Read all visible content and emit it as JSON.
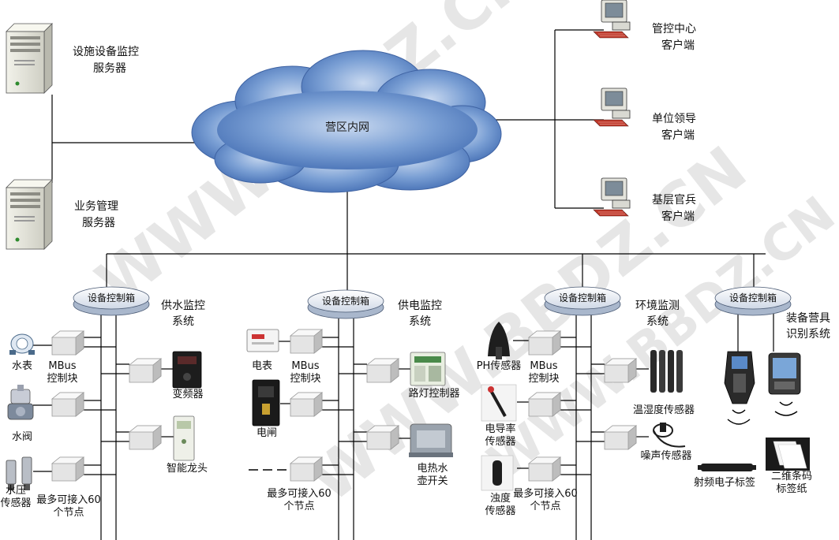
{
  "cloud": {
    "label": "营区内网"
  },
  "servers": {
    "facility": {
      "line1": "设施设备监控",
      "line2": "服务器"
    },
    "business": {
      "line1": "业务管理",
      "line2": "服务器"
    }
  },
  "clients": {
    "control_center": {
      "line1": "管控中心",
      "line2": "客户端"
    },
    "unit_leader": {
      "line1": "单位领导",
      "line2": "客户端"
    },
    "grassroots": {
      "line1": "基层官兵",
      "line2": "客户端"
    }
  },
  "control_box_label": "设备控制箱",
  "systems": {
    "water": {
      "title1": "供水监控",
      "title2": "系统",
      "water_meter": "水表",
      "mbus1": "MBus",
      "mbus2": "控制块",
      "inverter": "变频器",
      "valve": "水阀",
      "smart_tap": "智能龙头",
      "pressure1": "水压",
      "pressure2": "传感器",
      "nodes1": "最多可接入60",
      "nodes2": "个节点"
    },
    "power": {
      "title1": "供电监控",
      "title2": "系统",
      "meter": "电表",
      "mbus1": "MBus",
      "mbus2": "控制块",
      "streetlight": "路灯控制器",
      "breaker": "电闸",
      "kettle1": "电热水",
      "kettle2": "壶开关",
      "nodes1": "最多可接入60",
      "nodes2": "个节点"
    },
    "env": {
      "title1": "环境监测",
      "title2": "系统",
      "ph": "PH传感器",
      "mbus1": "MBus",
      "mbus2": "控制块",
      "humidity": "温湿度传感器",
      "conductivity1": "电导率",
      "conductivity2": "传感器",
      "noise": "噪声传感器",
      "turbidity1": "浊度",
      "turbidity2": "传感器",
      "nodes1": "最多可接入60",
      "nodes2": "个节点"
    },
    "equipment": {
      "title1": "装备营具",
      "title2": "识别系统",
      "rfid": "射频电子标签",
      "qr1": "二维条码",
      "qr2": "标签纸"
    }
  },
  "watermark": "WWW.BBDZ.CN",
  "colors": {
    "cloud": "#5b86c6",
    "cloud_light": "#b9cdea",
    "line": "#000000",
    "watermark": "#e6e6e6"
  }
}
